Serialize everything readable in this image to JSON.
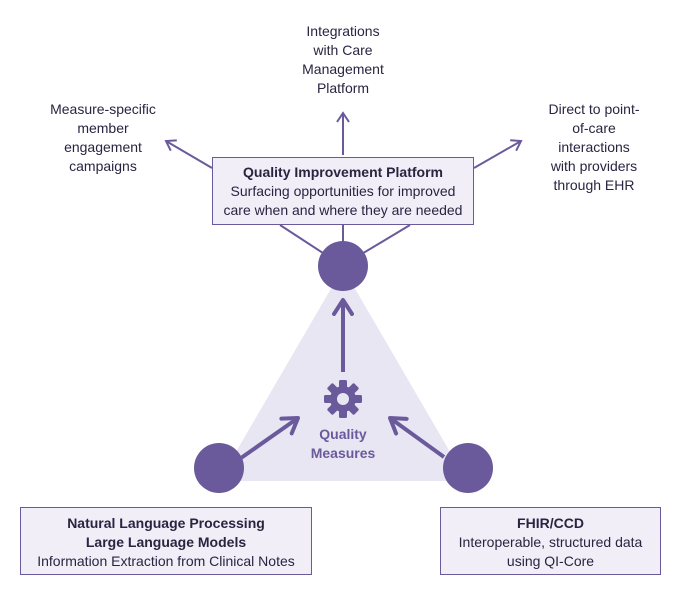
{
  "colors": {
    "accent": "#6a5a9c",
    "triangle_fill": "#e9e6f3",
    "box_fill": "#f1eef8",
    "text": "#2a2440"
  },
  "top_caption": [
    "Integrations",
    "with Care",
    "Management",
    "Platform"
  ],
  "left_caption": [
    "Measure-specific",
    "member",
    "engagement",
    "campaigns"
  ],
  "right_caption": [
    "Direct to point-",
    "of-care",
    "interactions",
    "with providers",
    "through EHR"
  ],
  "platform_box": {
    "title": "Quality Improvement Platform",
    "lines": [
      "Surfacing opportunities for improved",
      "care when and where they are needed"
    ]
  },
  "center": {
    "icon": "gear-icon",
    "label_lines": [
      "Quality",
      "Measures"
    ]
  },
  "left_box": {
    "title_lines": [
      "Natural Language Processing",
      "Large Language Models"
    ],
    "subtitle": "Information Extraction from Clinical Notes"
  },
  "right_box": {
    "title": "FHIR/CCD",
    "lines": [
      "Interoperable, structured data",
      "using QI-Core"
    ]
  }
}
